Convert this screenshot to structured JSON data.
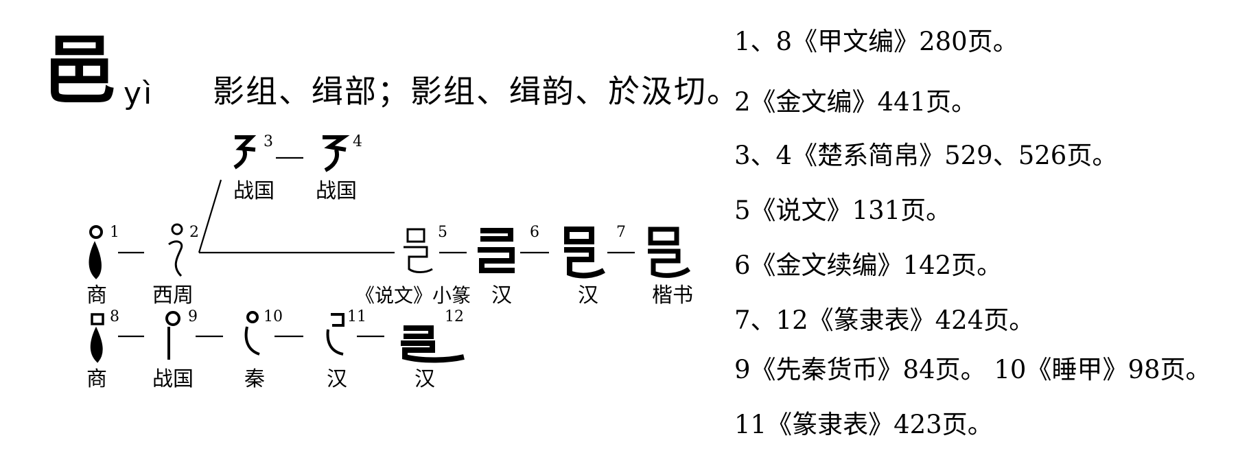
{
  "entry": {
    "character": "邑",
    "pinyin": "yì",
    "phonology": "影组、缉部；影组、缉韵、於汲切。"
  },
  "diagram": {
    "row1": [
      {
        "num": "1",
        "label": "商",
        "glyph": "邑"
      },
      {
        "num": "2",
        "label": "西周",
        "glyph": "邑"
      },
      {
        "num": "5",
        "label": "《说文》小篆",
        "glyph": "邑"
      },
      {
        "num": "6",
        "label": "汉",
        "glyph": "邑"
      },
      {
        "num": "7",
        "label": "汉",
        "glyph": "邑"
      },
      {
        "num": "",
        "label": "楷书",
        "glyph": "邑"
      }
    ],
    "branch": [
      {
        "num": "3",
        "label": "战国",
        "glyph": "邑"
      },
      {
        "num": "4",
        "label": "战国",
        "glyph": "邑"
      }
    ],
    "row2": [
      {
        "num": "8",
        "label": "商",
        "glyph": "邑"
      },
      {
        "num": "9",
        "label": "战国",
        "glyph": "邑"
      },
      {
        "num": "10",
        "label": "秦",
        "glyph": "邑"
      },
      {
        "num": "11",
        "label": "汉",
        "glyph": "邑"
      },
      {
        "num": "12",
        "label": "汉",
        "glyph": "邑"
      }
    ]
  },
  "sources": [
    "1、8《甲文编》280页。",
    "2《金文编》441页。",
    "3、4《楚系简帛》529、526页。",
    "5《说文》131页。",
    "6《金文续编》142页。",
    "7、12《篆隶表》424页。",
    "9《先秦货币》84页。 10《睡甲》98页。",
    "11《篆隶表》423页。"
  ]
}
